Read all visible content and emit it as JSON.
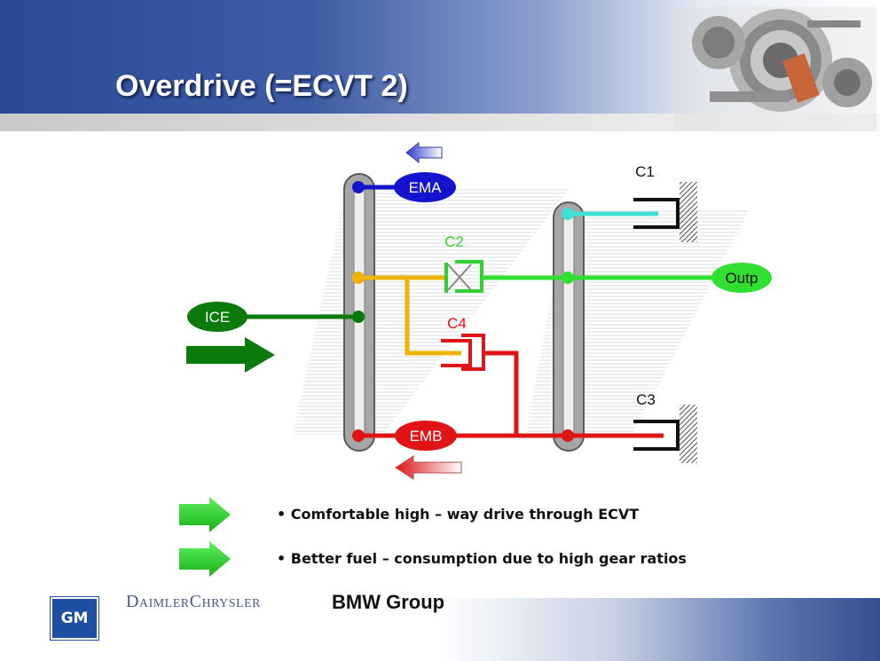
{
  "slide": {
    "title": "Overdrive (=ECVT 2)"
  },
  "diagram": {
    "nodes": {
      "ema": "EMA",
      "emb": "EMB",
      "ice": "ICE",
      "outp": "Outp"
    },
    "clutches": {
      "c1": "C1",
      "c2": "C2",
      "c3": "C3",
      "c4": "C4"
    },
    "colors": {
      "ema_blue": "#1414d0",
      "emb_red": "#e01414",
      "ice_green": "#0a7a0a",
      "outp_green": "#30e030",
      "c1_cyan": "#40e0d8",
      "ring_orange": "#f0b400",
      "clutch_black": "#111111",
      "gear_gray": "#9a9a9a"
    }
  },
  "bullets": [
    {
      "text": "• Comfortable high – way drive through ECVT"
    },
    {
      "text": "• Better fuel – consumption due to high gear ratios"
    }
  ],
  "footer": {
    "gm": "GM",
    "daimler": "DaimlerChrysler",
    "bmw": "BMW Group"
  }
}
